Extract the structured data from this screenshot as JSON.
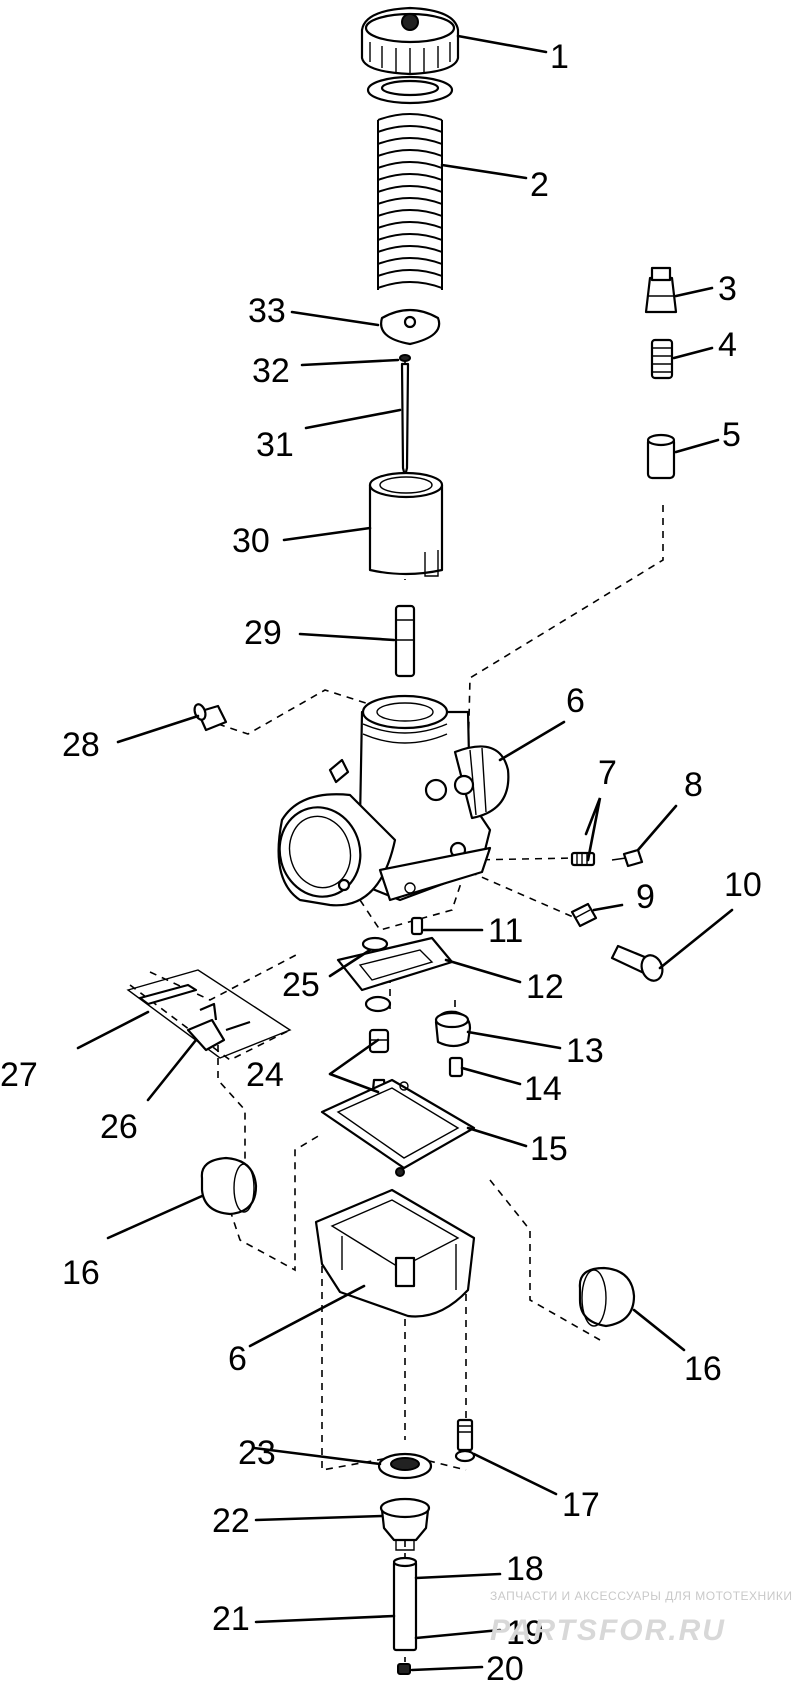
{
  "diagram": {
    "callouts": [
      "1",
      "2",
      "3",
      "4",
      "5",
      "6",
      "7",
      "8",
      "9",
      "10",
      "11",
      "12",
      "13",
      "14",
      "15",
      "16",
      "17",
      "18",
      "19",
      "20",
      "21",
      "22",
      "23",
      "24",
      "25",
      "26",
      "27",
      "28",
      "29",
      "30",
      "31",
      "32",
      "33",
      "6",
      "16"
    ],
    "colors": {
      "ink": "#000000",
      "paper": "#ffffff",
      "watermark": "#d0d0d0"
    }
  },
  "watermark": {
    "tagline": "ЗАПЧАСТИ И АКСЕССУАРЫ ДЛЯ МОТОТЕХНИКИ",
    "brand": "PARTSFOR.RU"
  }
}
